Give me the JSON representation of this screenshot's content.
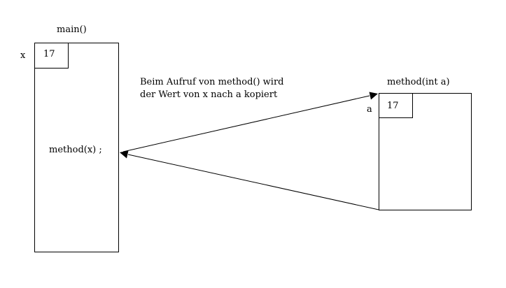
{
  "main": {
    "title": "main()",
    "var_name": "x",
    "var_value": "17",
    "call_text": "method(x) ;"
  },
  "method": {
    "title": "method(int a)",
    "param_name": "a",
    "param_value": "17"
  },
  "annotation": {
    "line1": "Beim Aufruf von method() wird",
    "line2": "der Wert von x nach a kopiert"
  }
}
